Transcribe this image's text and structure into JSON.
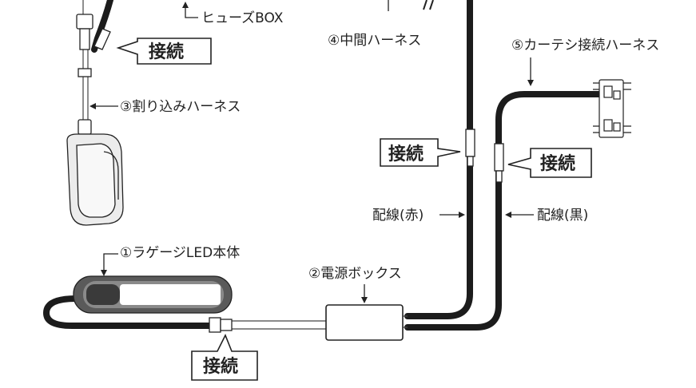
{
  "labels": {
    "fuse_box": "ヒューズBOX",
    "mid_harness": "④中間ハーネス",
    "courtesy_harness": "⑤カーテシ接続ハーネス",
    "tap_harness": "③割り込みハーネス",
    "luggage_led": "①ラゲージLED本体",
    "power_box": "②電源ボックス",
    "wire_red": "配線(赤)",
    "wire_black": "配線(黒)",
    "connect": "接続"
  },
  "colors": {
    "cable": "#1c1c1c",
    "line": "#222222",
    "background": "#ffffff"
  }
}
